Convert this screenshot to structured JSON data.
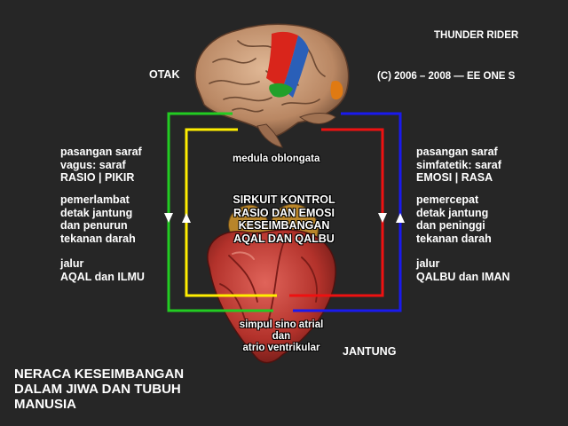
{
  "watermark": {
    "brand": "THUNDER RIDER",
    "copyright": "(C) 2006 – 2008 — EE ONE S"
  },
  "labels": {
    "brain": "OTAK",
    "heart": "JANTUNG",
    "medulla": "medula oblongata",
    "center_title": [
      "SIRKUIT KONTROL",
      "RASIO DAN EMOSI",
      "KESEIMBANGAN",
      "AQAL DAN QALBU"
    ],
    "sa_node": [
      "simpul sino atrial",
      "dan",
      "atrio ventrikular"
    ]
  },
  "left_panel": {
    "nerve": [
      "pasangan saraf",
      "vagus: saraf",
      "RASIO | PIKIR"
    ],
    "effect": [
      "pemerlambat",
      "detak jantung",
      "dan penurun",
      "tekanan darah"
    ],
    "path": [
      "jalur",
      "AQAL dan ILMU"
    ]
  },
  "right_panel": {
    "nerve": [
      "pasangan saraf",
      "simfatetik: saraf",
      "EMOSI | RASA"
    ],
    "effect": [
      "pemercepat",
      "detak jantung",
      "dan peninggi",
      "tekanan darah"
    ],
    "path": [
      "jalur",
      "QALBU dan IMAN"
    ]
  },
  "footer_title": [
    "NERACA KESEIMBANGAN",
    "DALAM JIWA DAN TUBUH",
    "MANUSIA"
  ],
  "colors": {
    "background": "#262626",
    "green_line": "#22cc22",
    "yellow_line": "#ffee00",
    "red_line": "#ee1111",
    "blue_line": "#1a1aee",
    "brain": "#c99a76",
    "heart": "#b8322c"
  }
}
